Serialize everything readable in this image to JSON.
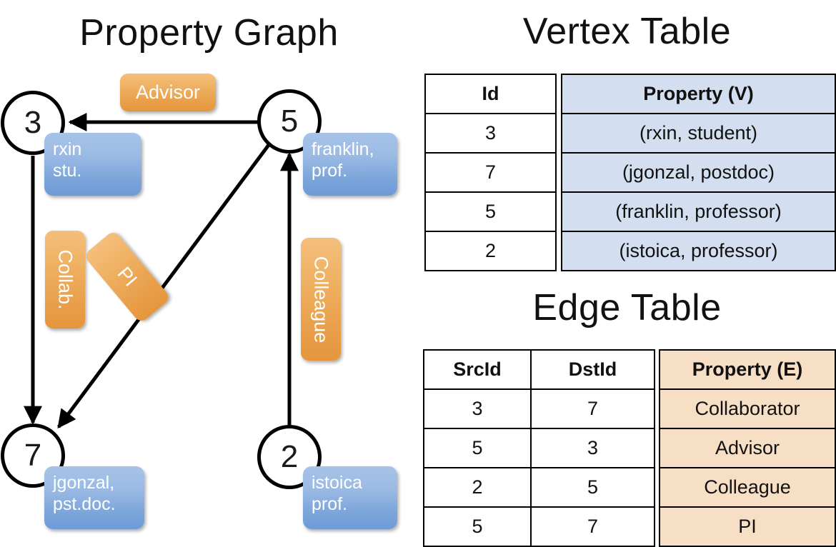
{
  "titles": {
    "graph": "Property Graph",
    "vertex_table": "Vertex Table",
    "edge_table": "Edge Table"
  },
  "graph": {
    "vertices": [
      {
        "id": "3",
        "property_label": "rxin\nstu.",
        "line1": "rxin",
        "line2": "stu."
      },
      {
        "id": "5",
        "property_label": "franklin,\nprof.",
        "line1": "franklin,",
        "line2": "prof."
      },
      {
        "id": "7",
        "property_label": "jgonzal,\npst.doc.",
        "line1": "jgonzal,",
        "line2": "pst.doc."
      },
      {
        "id": "2",
        "property_label": "istoica\nprof.",
        "line1": "istoica",
        "line2": "prof."
      }
    ],
    "edge_labels": [
      {
        "name": "advisor",
        "text": "Advisor"
      },
      {
        "name": "collab",
        "text": "Collab."
      },
      {
        "name": "pi",
        "text": "PI"
      },
      {
        "name": "colleague",
        "text": "Colleague"
      }
    ],
    "edges": [
      {
        "src": "5",
        "dst": "3",
        "label": "Advisor"
      },
      {
        "src": "3",
        "dst": "7",
        "label": "Collab."
      },
      {
        "src": "5",
        "dst": "7",
        "label": "PI"
      },
      {
        "src": "2",
        "dst": "5",
        "label": "Colleague"
      }
    ],
    "colors": {
      "vertex_property_fill": "#7ba4da",
      "edge_label_fill": "#e9a04c",
      "node_stroke": "#000000"
    }
  },
  "vertex_table": {
    "columns": [
      "Id",
      "Property (V)"
    ],
    "rows": [
      {
        "id": "3",
        "property": "(rxin, student)"
      },
      {
        "id": "7",
        "property": "(jgonzal, postdoc)"
      },
      {
        "id": "5",
        "property": "(franklin, professor)"
      },
      {
        "id": "2",
        "property": "(istoica, professor)"
      }
    ],
    "property_column_color": "#d3dff0"
  },
  "edge_table": {
    "columns": [
      "SrcId",
      "DstId",
      "Property (E)"
    ],
    "rows": [
      {
        "src": "3",
        "dst": "7",
        "property": "Collaborator"
      },
      {
        "src": "5",
        "dst": "3",
        "property": "Advisor"
      },
      {
        "src": "2",
        "dst": "5",
        "property": "Colleague"
      },
      {
        "src": "5",
        "dst": "7",
        "property": "PI"
      }
    ],
    "property_column_color": "#f7dfc6"
  }
}
